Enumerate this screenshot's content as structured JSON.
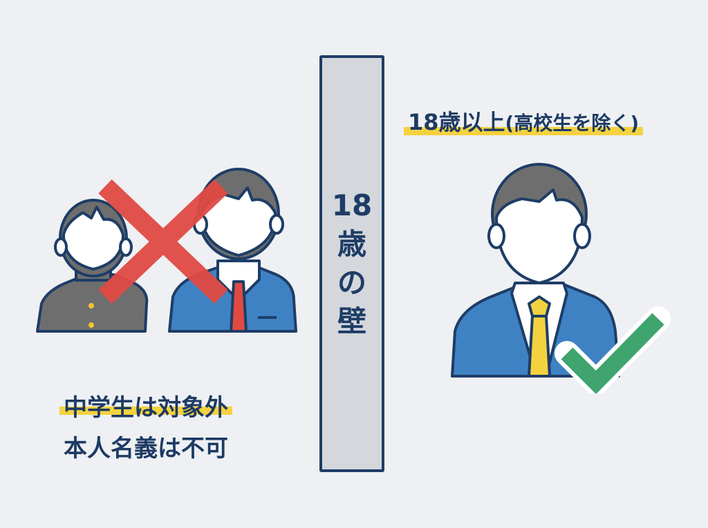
{
  "wall": {
    "line1": "18",
    "line2": "歳",
    "line3": "の",
    "line4": "壁"
  },
  "right": {
    "caption_main": "18歳以上",
    "caption_sub": "(高校生を除く)",
    "status_icon": "check-icon"
  },
  "left": {
    "caption_line1": "中学生は対象外",
    "caption_line2": "本人名義は不可",
    "status_icon": "cross-icon"
  },
  "colors": {
    "navy": "#1e3d66",
    "highlight": "#f4d23f",
    "cross": "#e04a43",
    "check": "#3fa46e",
    "suit": "#3f82c4"
  }
}
